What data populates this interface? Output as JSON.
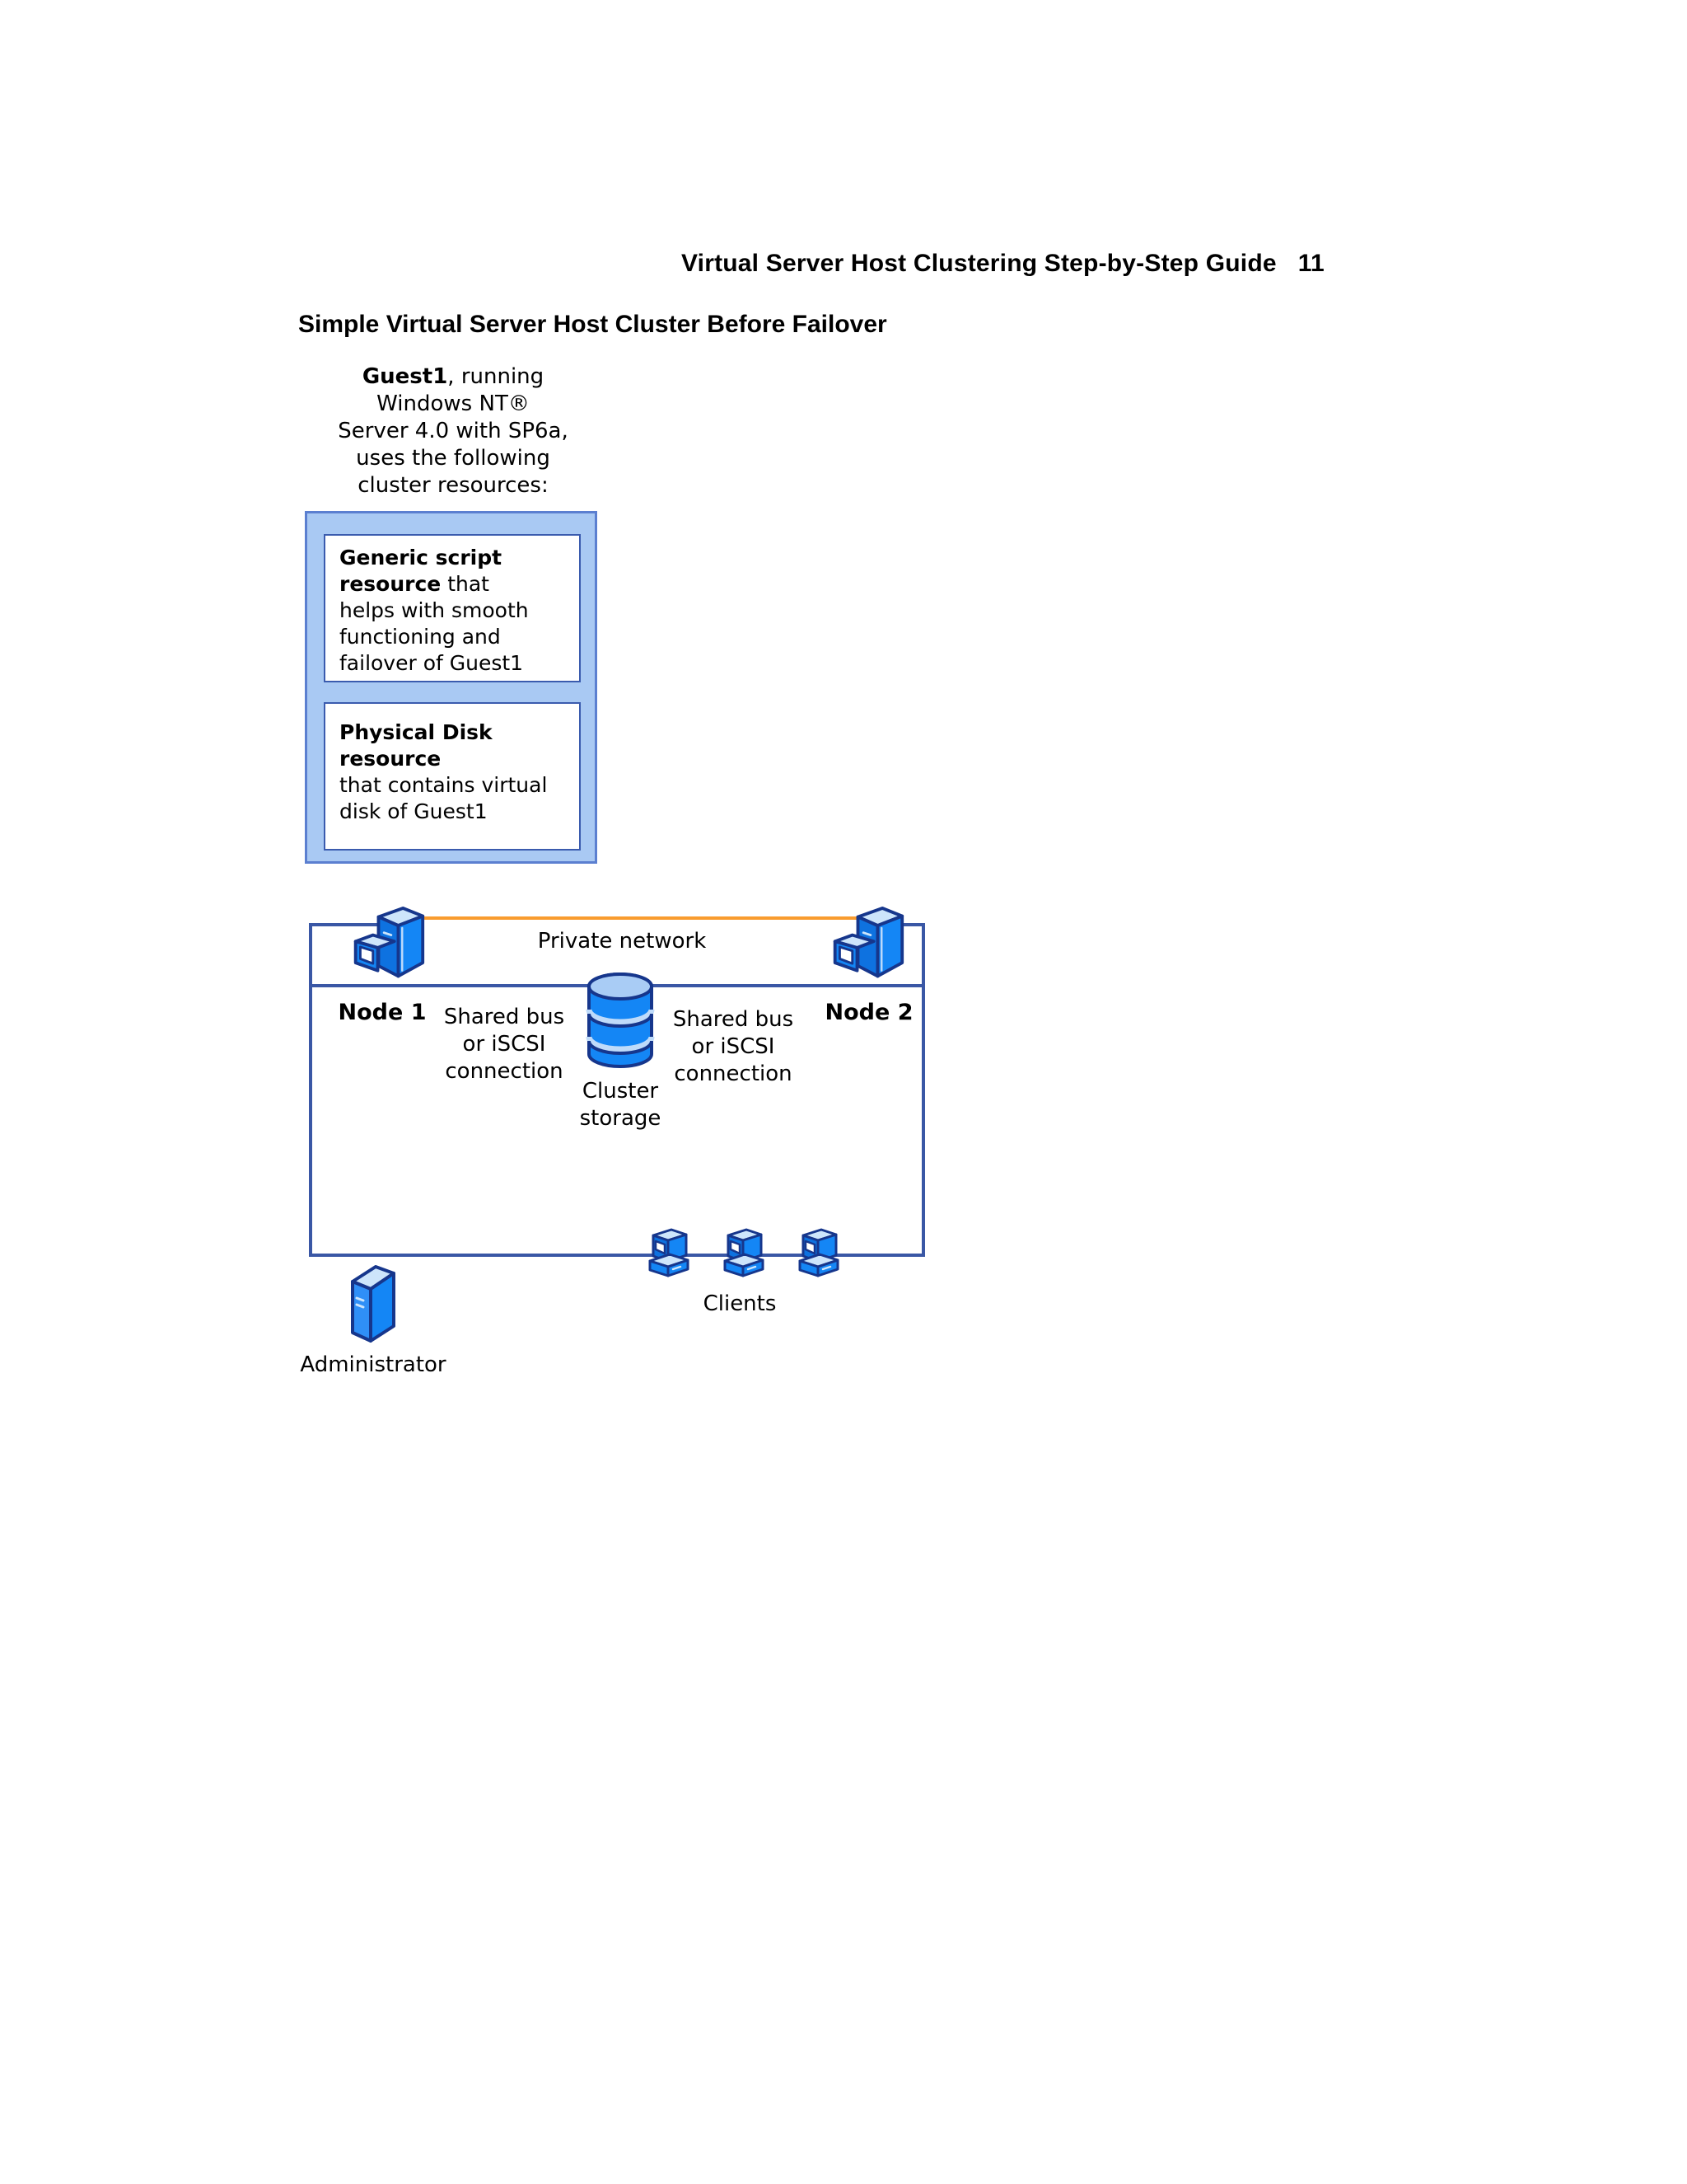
{
  "header": {
    "title": "Virtual Server Host Clustering Step-by-Step Guide",
    "page_number": "11"
  },
  "section_heading": "Simple Virtual Server Host Cluster Before Failover",
  "guest_callout": {
    "line1_bold": "Guest1",
    "line1_rest": ", running",
    "line2": "Windows NT®",
    "line3": "Server 4.0 with SP6a,",
    "line4": "uses the following",
    "line5": "cluster resources:"
  },
  "resources": {
    "generic_script": {
      "line1_bold": "Generic script",
      "line2_bold": "resource",
      "line2_rest": " that",
      "line3": "helps with smooth",
      "line4": "functioning and",
      "line5": "failover of Guest1"
    },
    "physical_disk": {
      "line1_bold": "Physical Disk",
      "line2_bold": "resource",
      "line3": "that contains virtual",
      "line4": "disk of Guest1"
    }
  },
  "diagram": {
    "private_network_label": "Private network",
    "node1_label": "Node 1",
    "node2_label": "Node 2",
    "shared_bus_left": {
      "line1": "Shared bus",
      "line2": "or iSCSI",
      "line3": "connection"
    },
    "shared_bus_right": {
      "line1": "Shared bus",
      "line2": "or iSCSI",
      "line3": "connection"
    },
    "cluster_storage": {
      "line1": "Cluster",
      "line2": "storage"
    },
    "clients_label": "Clients",
    "administrator_label": "Administrator",
    "icons": {
      "node1": "server-tower-icon",
      "node2": "server-tower-icon",
      "storage": "disk-cylinder-stack-icon",
      "clients": "client-computer-icon",
      "administrator": "admin-server-icon"
    },
    "colors": {
      "network_line_blue": "#3A57A5",
      "private_network_orange": "#F99C2F",
      "resource_box_fill": "#A9C9F3",
      "resource_box_border": "#5B7FD0",
      "inner_box_border": "#3A5BAE",
      "icon_blue": "#1486F5",
      "icon_blue_dark": "#0E72E0",
      "icon_blue_light": "#CDE5FB",
      "icon_outline": "#16368C"
    }
  }
}
